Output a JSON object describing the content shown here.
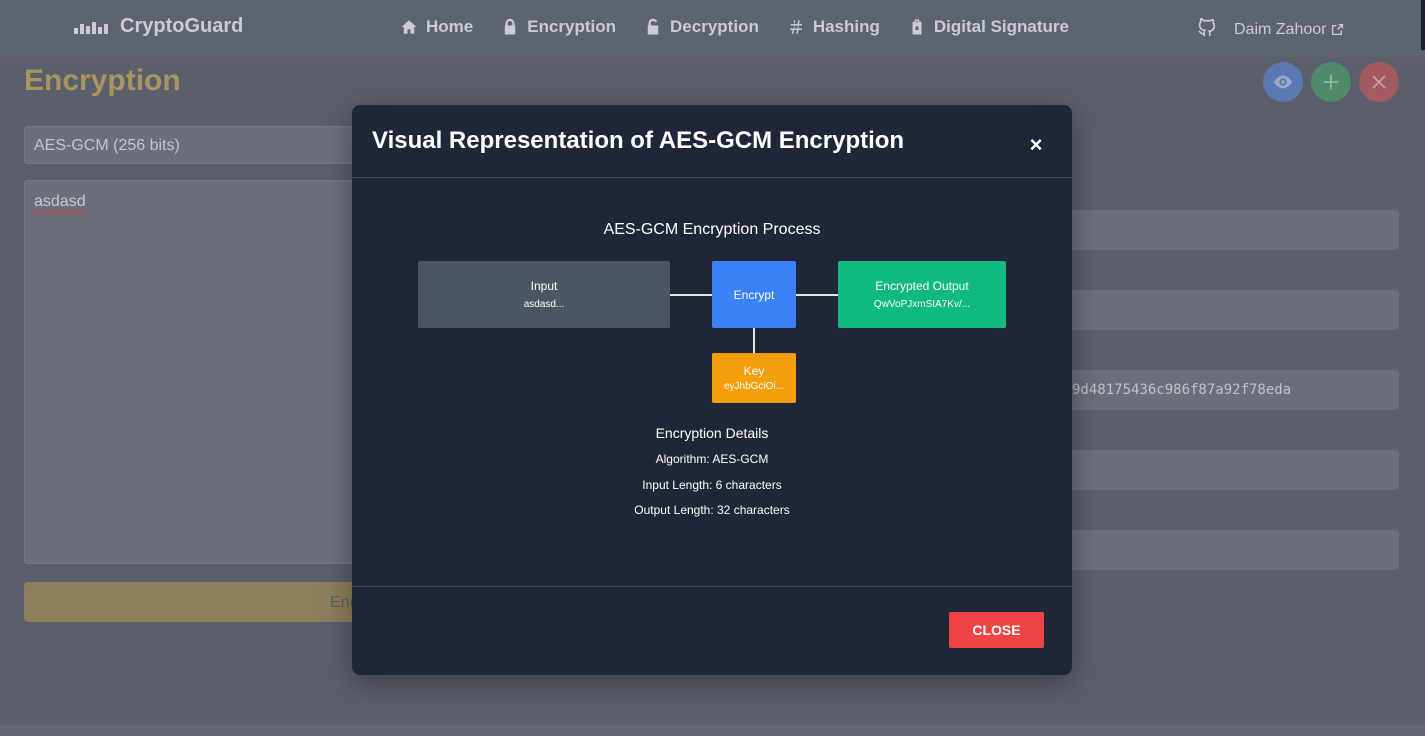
{
  "navbar": {
    "brand": "CryptoGuard",
    "links": [
      {
        "label": "Home",
        "icon": "home-icon"
      },
      {
        "label": "Encryption",
        "icon": "lock-icon"
      },
      {
        "label": "Decryption",
        "icon": "unlock-icon"
      },
      {
        "label": "Hashing",
        "icon": "hash-icon"
      },
      {
        "label": "Digital Signature",
        "icon": "file-signature-icon"
      }
    ],
    "user": "Daim Zahoor",
    "user_icon": "external-link-icon",
    "github_icon": "github-icon"
  },
  "page": {
    "title": "Encryption",
    "algorithm_select": "AES-GCM (256 bits)",
    "input_text": "asdasd",
    "encrypt_button_partial": "Enc",
    "field_hash": "9d48175436c986f87a92f78eda",
    "actions": [
      {
        "icon": "eye-icon",
        "color": "#5b78b3"
      },
      {
        "icon": "plus-icon",
        "color": "#4f8a6a"
      },
      {
        "icon": "close-icon",
        "color": "#a35b60"
      }
    ]
  },
  "modal": {
    "title": "Visual Representation of AES-GCM Encryption",
    "close_x": "×",
    "diagram_title": "AES-GCM Encryption Process",
    "input": {
      "label": "Input",
      "value": "asdasd..."
    },
    "encrypt": {
      "label": "Encrypt"
    },
    "output": {
      "label": "Encrypted Output",
      "value": "QwVoPJxmSIA7Kv/..."
    },
    "key": {
      "label": "Key",
      "value": "eyJhbGciOi..."
    },
    "details_title": "Encryption Details",
    "details": [
      "Algorithm: AES-GCM",
      "Input Length: 6 characters",
      "Output Length: 32 characters"
    ],
    "close_button": "CLOSE"
  },
  "colors": {
    "input_box": "#4b5563",
    "encrypt_box": "#3b82f6",
    "output_box": "#10b981",
    "key_box": "#f59e0b",
    "close_button": "#ef4444"
  }
}
